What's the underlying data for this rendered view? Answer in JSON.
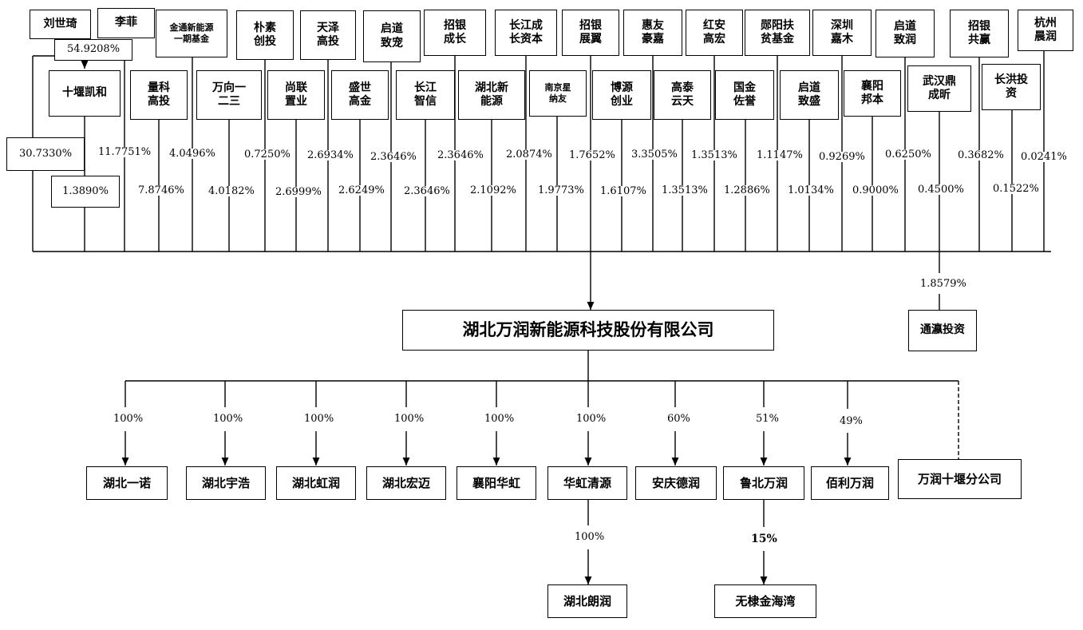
{
  "diagram": {
    "top_shareholders": [
      {
        "id": "liushiqi",
        "name": "刘世琦"
      },
      {
        "id": "lifei",
        "name": "李菲"
      },
      {
        "id": "jintong",
        "name": "金通新能源\n一期基金"
      },
      {
        "id": "pusu",
        "name": "朴素\n创投"
      },
      {
        "id": "tianze",
        "name": "天泽\n高投"
      },
      {
        "id": "qidao_zhichong",
        "name": "启道\n致宠"
      },
      {
        "id": "zhaoyin_chengzhang",
        "name": "招银\n成长"
      },
      {
        "id": "changjiang_chengzhang",
        "name": "长江成\n长资本"
      },
      {
        "id": "zhaoyin_zhanyi",
        "name": "招银\n展翼"
      },
      {
        "id": "huiyou",
        "name": "惠友\n豪嘉"
      },
      {
        "id": "hongan",
        "name": "红安\n高宏"
      },
      {
        "id": "yunyang",
        "name": "郧阳扶\n贫基金"
      },
      {
        "id": "shenzhen_jiamu",
        "name": "深圳\n嘉木"
      },
      {
        "id": "qidao_zhirun",
        "name": "启道\n致润"
      },
      {
        "id": "zhaoyin_gongying",
        "name": "招银\n共赢"
      },
      {
        "id": "hangzhou",
        "name": "杭州\n晨润"
      }
    ],
    "second_shareholders": [
      {
        "id": "shiyan_kaihe",
        "name": "十堰凯和"
      },
      {
        "id": "liangke",
        "name": "量科\n高投"
      },
      {
        "id": "wanxiang",
        "name": "万向一\n二三"
      },
      {
        "id": "shanglian",
        "name": "尚联\n置业"
      },
      {
        "id": "shengshi",
        "name": "盛世\n高金"
      },
      {
        "id": "changjiang_zhixin",
        "name": "长江\n智信"
      },
      {
        "id": "hubei_xinnengyuan",
        "name": "湖北新\n能源"
      },
      {
        "id": "nanjing",
        "name": "南京星\n纳友"
      },
      {
        "id": "boyuan",
        "name": "博源\n创业"
      },
      {
        "id": "gaotai",
        "name": "高泰\n云天"
      },
      {
        "id": "guojin",
        "name": "国金\n佐誉"
      },
      {
        "id": "qidao_zhisheng",
        "name": "启道\n致盛"
      },
      {
        "id": "xiangyang_bangben",
        "name": "襄阳\n邦本"
      },
      {
        "id": "wuhan",
        "name": "武汉鼎\n成昕"
      },
      {
        "id": "changhong",
        "name": "长洪投\n资"
      }
    ],
    "kaihe_share": "54.9208%",
    "upper_percentages": [
      "30.7330%",
      "11.7751%",
      "4.0496%",
      "0.7250%",
      "2.6934%",
      "2.3646%",
      "2.3646%",
      "2.0874%",
      "1.7652%",
      "3.3505%",
      "1.3513%",
      "1.1147%",
      "0.9269%",
      "0.6250%",
      "0.3682%",
      "0.0241%"
    ],
    "lower_percentages": [
      "1.3890%",
      "7.8746%",
      "4.0182%",
      "2.6999%",
      "2.6249%",
      "2.3646%",
      "2.1092%",
      "1.9773%",
      "1.6107%",
      "1.3513%",
      "1.2886%",
      "1.0134%",
      "0.9000%",
      "0.4500%",
      "0.1522%"
    ],
    "tongying": {
      "name": "通瀛投资",
      "pct": "1.8579%"
    },
    "main_company": "湖北万润新能源科技股份有限公司",
    "subsidiaries": [
      {
        "id": "hubei_yinuo",
        "name": "湖北一诺",
        "pct": "100%"
      },
      {
        "id": "hubei_yuhao",
        "name": "湖北宇浩",
        "pct": "100%"
      },
      {
        "id": "hubei_hongrun",
        "name": "湖北虹润",
        "pct": "100%"
      },
      {
        "id": "hubei_hongmai",
        "name": "湖北宏迈",
        "pct": "100%"
      },
      {
        "id": "xiangyang_huahong",
        "name": "襄阳华虹",
        "pct": "100%"
      },
      {
        "id": "huahong_qingyuan",
        "name": "华虹清源",
        "pct": "100%"
      },
      {
        "id": "anqing_derun",
        "name": "安庆德润",
        "pct": "60%"
      },
      {
        "id": "lubei_wanrun",
        "name": "鲁北万润",
        "pct": "51%"
      },
      {
        "id": "baili_wanrun",
        "name": "佰利万润",
        "pct": "49%"
      },
      {
        "id": "wanrun_shiyan_branch",
        "name": "万润十堰分公司",
        "pct": ""
      }
    ],
    "third_level": [
      {
        "id": "hubei_langrun",
        "name": "湖北朗润",
        "pct": "100%"
      },
      {
        "id": "wudi_jinhaiwan",
        "name": "无棣金海湾",
        "pct": "15%"
      }
    ]
  }
}
